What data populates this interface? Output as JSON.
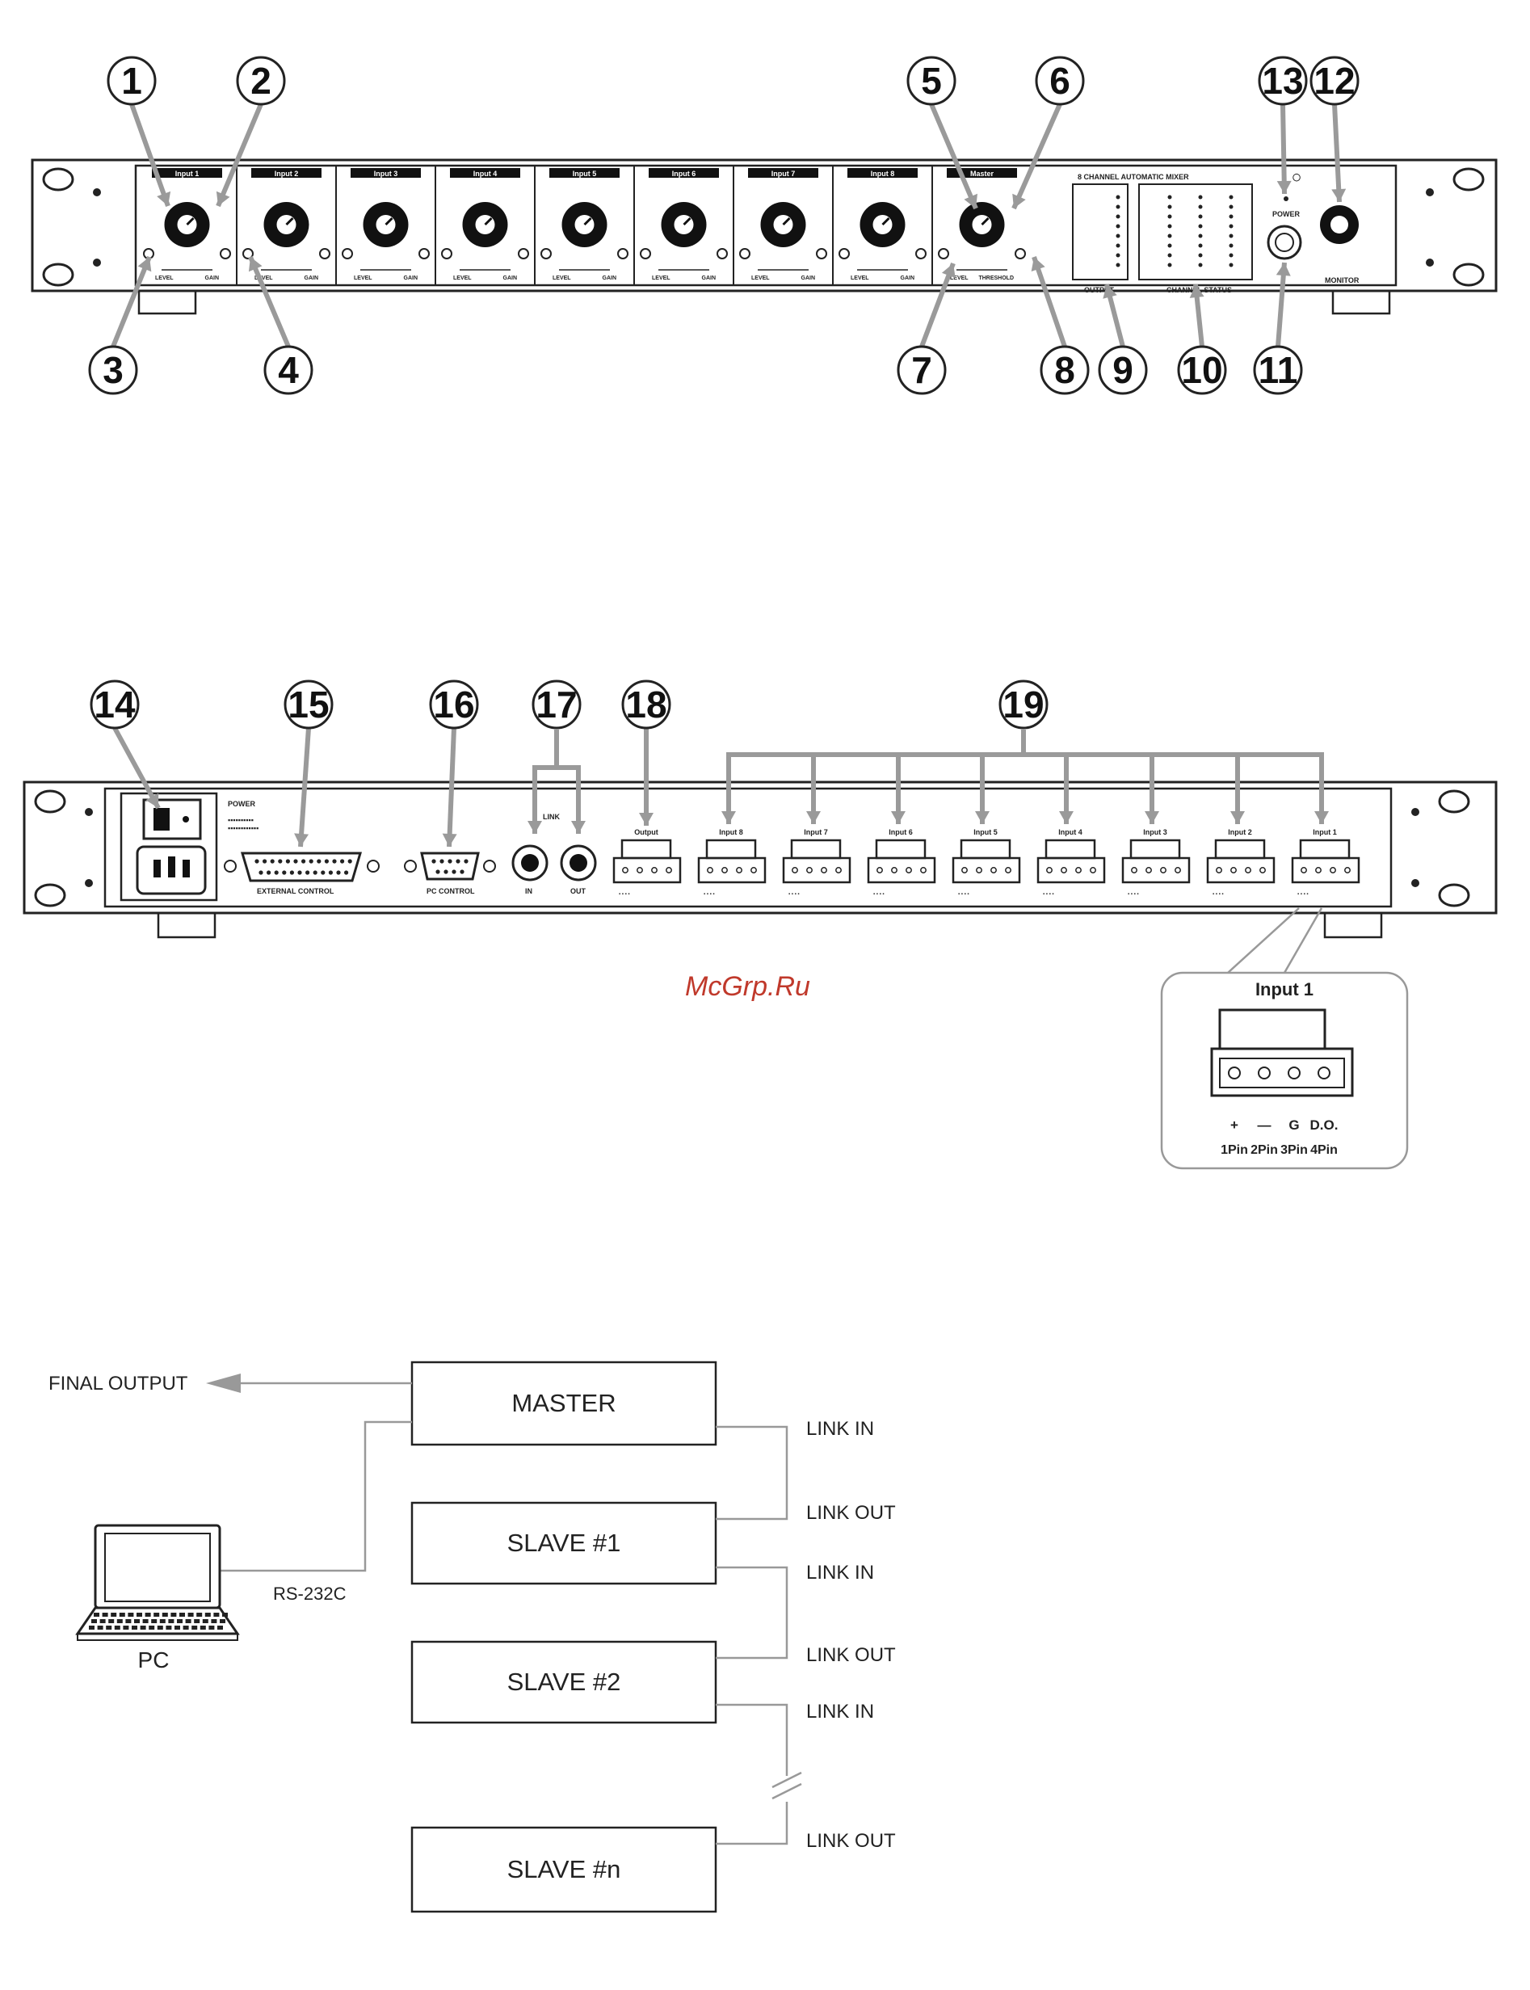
{
  "watermark": "McGrp.Ru",
  "front_panel": {
    "header_right": "8 CHANNEL AUTOMATIC MIXER",
    "channel_labels": [
      "Input 1",
      "Input 2",
      "Input 3",
      "Input 4",
      "Input 5",
      "Input 6",
      "Input 7",
      "Input 8",
      "Master"
    ],
    "knob_sub_left": "LEVEL",
    "knob_sub_right": "GAIN",
    "master_sub_right": "THRESHOLD",
    "power_label": "POWER",
    "output_label": "OUTPUT",
    "gate_label": "CHANNEL STATUS",
    "monitor_label": "MONITOR",
    "callouts": [
      "1",
      "2",
      "3",
      "4",
      "5",
      "6",
      "7",
      "8",
      "9",
      "10",
      "11",
      "12",
      "13"
    ]
  },
  "rear_panel": {
    "power_label": "POWER",
    "external_control": "EXTERNAL CONTROL",
    "pc_control": "PC CONTROL",
    "link_label": "LINK",
    "link_in": "IN",
    "link_out": "OUT",
    "output": "Output",
    "inputs": [
      "Input 8",
      "Input 7",
      "Input 6",
      "Input 5",
      "Input 4",
      "Input 3",
      "Input 2",
      "Input 1"
    ],
    "callouts": [
      "14",
      "15",
      "16",
      "17",
      "18",
      "19"
    ],
    "detail": {
      "title": "Input 1",
      "pin_symbols": [
        "+",
        "—",
        "G",
        "D.O."
      ],
      "pin_names": [
        "1Pin",
        "2Pin",
        "3Pin",
        "4Pin"
      ]
    }
  },
  "link_diagram": {
    "final_output": "FINAL OUTPUT",
    "master": "MASTER",
    "slave1": "SLAVE #1",
    "slave2": "SLAVE #2",
    "slaven": "SLAVE #n",
    "pc": "PC",
    "rs232": "RS-232C",
    "link_in": "LINK IN",
    "link_out": "LINK OUT"
  }
}
